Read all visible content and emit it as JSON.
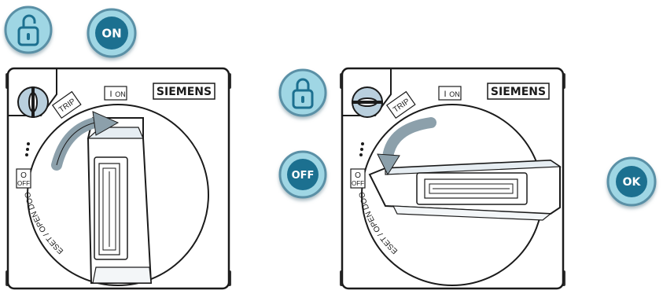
{
  "badges": {
    "on": "ON",
    "off": "OFF",
    "ok": "OK",
    "unlock_icon": "unlocked-padlock-icon",
    "lock_icon": "locked-padlock-icon"
  },
  "panel_left": {
    "brand": "SIEMENS",
    "on_symbol": "I",
    "on_label": "ON",
    "off_symbol": "O",
    "off_label": "OFF",
    "trip_label": "TRIP",
    "reset_text": "RESET / OPEN DOOR",
    "handle_state": "vertical"
  },
  "panel_right": {
    "brand": "SIEMENS",
    "on_symbol": "I",
    "on_label": "ON",
    "off_symbol": "O",
    "off_label": "OFF",
    "trip_label": "TRIP",
    "reset_text": "RESET / OPEN DOOR",
    "handle_state": "horizontal"
  },
  "colors": {
    "badge_fill": "#9fd6e4",
    "badge_ring": "#5a90a6",
    "badge_core": "#1e6f90",
    "arrow": "#8ca0ab",
    "panel_stroke": "#1b1b1b"
  }
}
